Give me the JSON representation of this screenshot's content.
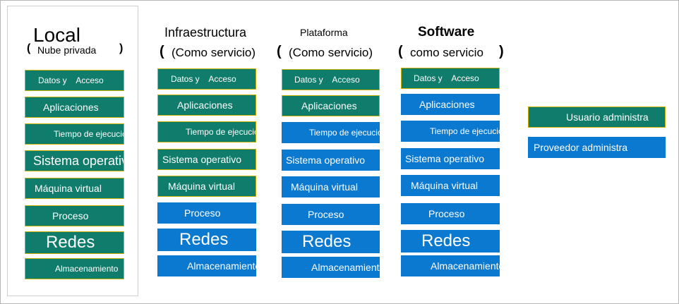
{
  "columns": [
    {
      "title": "Local",
      "subtitle": "Nube privada",
      "layers": [
        {
          "label": "Datos y    Acceso",
          "managed_by": "user"
        },
        {
          "label": "Aplicaciones",
          "managed_by": "user"
        },
        {
          "label": "Tiempo de ejecución",
          "managed_by": "user"
        },
        {
          "label": "Sistema operativo",
          "managed_by": "user"
        },
        {
          "label": "Máquina virtual",
          "managed_by": "user"
        },
        {
          "label": "Proceso",
          "managed_by": "user"
        },
        {
          "label": "Redes",
          "managed_by": "user"
        },
        {
          "label": "Almacenamiento",
          "managed_by": "user"
        }
      ]
    },
    {
      "title": "Infraestructura",
      "subtitle": "(Como servicio)",
      "layers": [
        {
          "label": "Datos y    Acceso",
          "managed_by": "user"
        },
        {
          "label": "Aplicaciones",
          "managed_by": "user"
        },
        {
          "label": "Tiempo de ejecución",
          "managed_by": "user"
        },
        {
          "label": "Sistema operativo",
          "managed_by": "user"
        },
        {
          "label": "Máquina virtual",
          "managed_by": "user"
        },
        {
          "label": "Proceso",
          "managed_by": "provider"
        },
        {
          "label": "Redes",
          "managed_by": "provider"
        },
        {
          "label": "Almacenamiento",
          "managed_by": "provider"
        }
      ]
    },
    {
      "title": "Plataforma",
      "subtitle": "(Como servicio)",
      "layers": [
        {
          "label": "Datos y    Acceso",
          "managed_by": "user"
        },
        {
          "label": "Aplicaciones",
          "managed_by": "user"
        },
        {
          "label": "Tiempo de ejecución",
          "managed_by": "provider"
        },
        {
          "label": "Sistema operativo",
          "managed_by": "provider"
        },
        {
          "label": "Máquina virtual",
          "managed_by": "provider"
        },
        {
          "label": "Proceso",
          "managed_by": "provider"
        },
        {
          "label": "Redes",
          "managed_by": "provider"
        },
        {
          "label": "Almacenamiento",
          "managed_by": "provider"
        }
      ]
    },
    {
      "title": "Software",
      "subtitle": "como servicio",
      "layers": [
        {
          "label": "Datos y    Acceso",
          "managed_by": "user"
        },
        {
          "label": "Aplicaciones",
          "managed_by": "provider"
        },
        {
          "label": "Tiempo de ejecución",
          "managed_by": "provider"
        },
        {
          "label": "Sistema operativo",
          "managed_by": "provider"
        },
        {
          "label": "Máquina virtual",
          "managed_by": "provider"
        },
        {
          "label": "Proceso",
          "managed_by": "provider"
        },
        {
          "label": "Redes",
          "managed_by": "provider"
        },
        {
          "label": "Almacenamiento",
          "managed_by": "provider"
        }
      ]
    }
  ],
  "legend": {
    "user": "Usuario administra",
    "provider": "Proveedor administra"
  },
  "parens": {
    "open": "(",
    "close": ")"
  },
  "colors": {
    "user": "#107c6b",
    "provider": "#0b79d0",
    "user_border": "#c9b100"
  }
}
